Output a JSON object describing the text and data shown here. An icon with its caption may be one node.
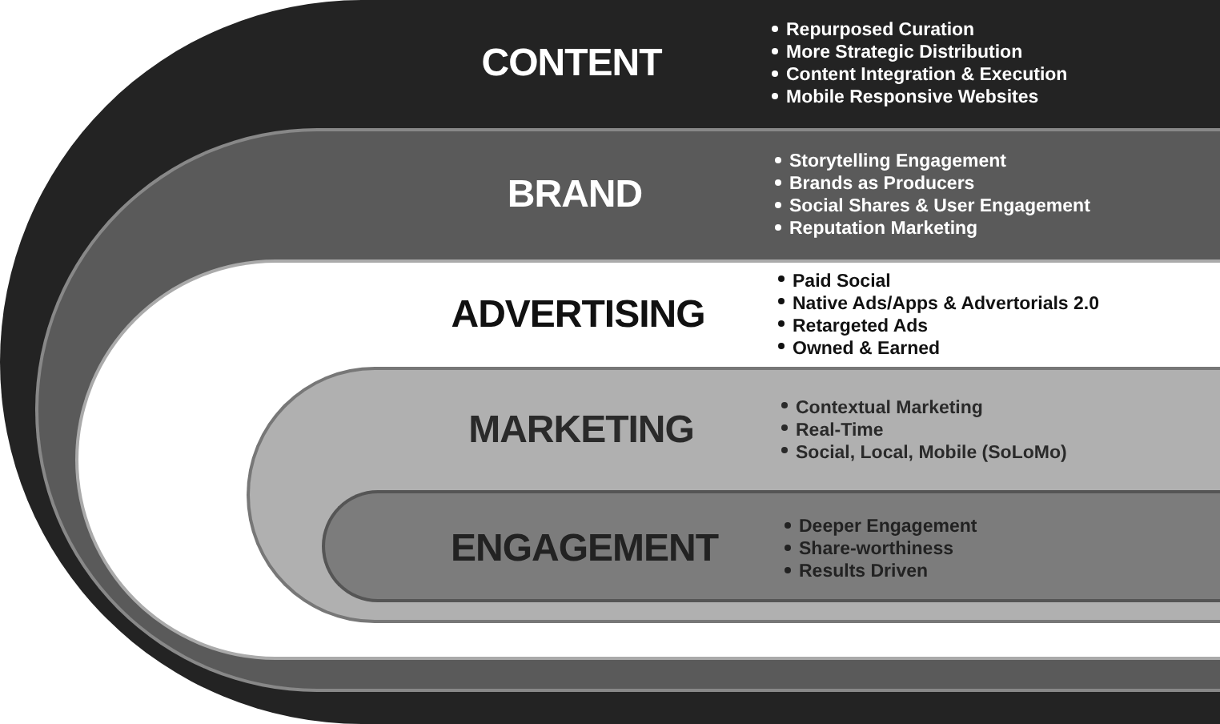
{
  "diagram": {
    "nodes": [
      {
        "text": [
          "CONTENT",
          "Repurposed Curation",
          "More Strategic Distribution",
          "Content Integration & Execution",
          "Mobile Responsive Websites"
        ]
      },
      {
        "text": [
          "BRAND",
          "Storytelling Engagement",
          "Brands as Producers",
          "Social Shares & User Engagement",
          "Reputation Marketing"
        ],
        "in": 0
      },
      {
        "text": [
          "ADVERTISING",
          "Paid Social",
          "Native Ads/Apps & Advertorials 2.0",
          "Retargeted Ads",
          "Owned & Earned"
        ],
        "in": 1
      },
      {
        "text": [
          "MARKETING",
          "Contextual Marketing",
          "Real-Time",
          "Social, Local, Mobile (SoLoMo)"
        ],
        "in": 2
      },
      {
        "text": [
          "ENGAGEMENT",
          "Deeper Engagement",
          "Share-worthiness",
          "Results Driven"
        ],
        "in": 3
      }
    ]
  }
}
